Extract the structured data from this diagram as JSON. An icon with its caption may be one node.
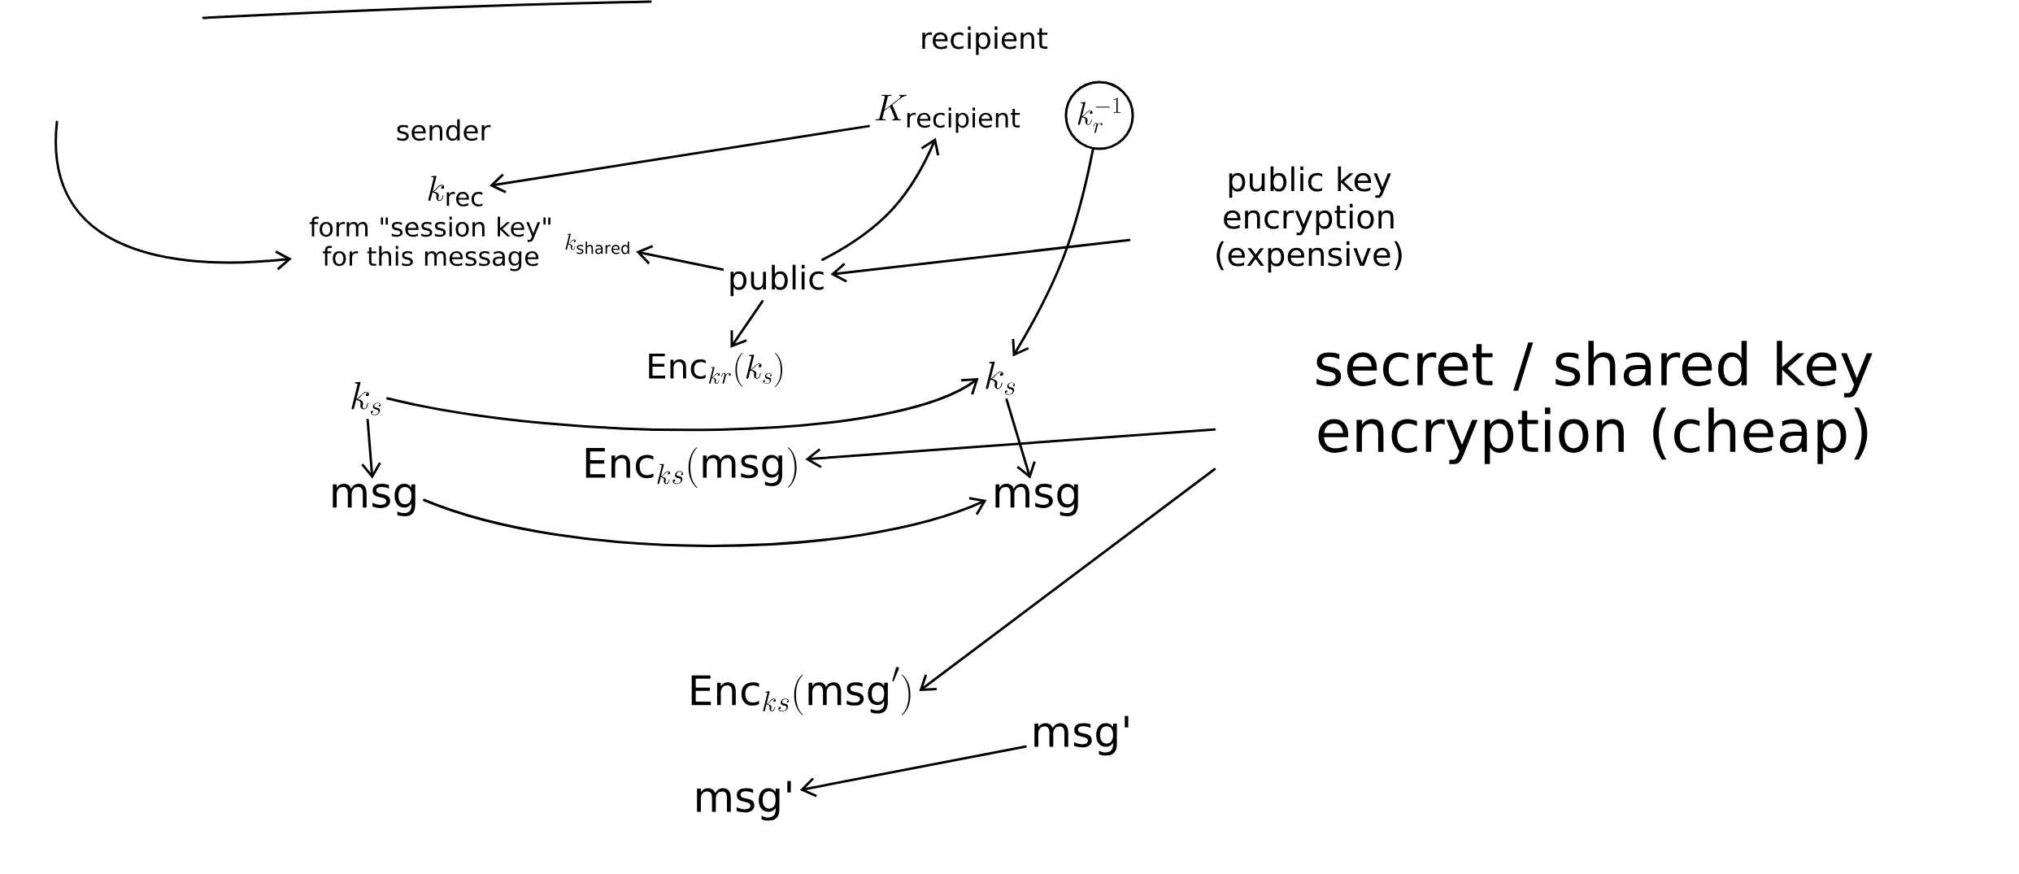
{
  "diagram": {
    "nodes": [
      {
        "text": [
          "sender"
        ]
      },
      {
        "text": [
          "k_{\\mathrm{rec}}"
        ]
      },
      {
        "text": [
          "form \"session key\" for this message"
        ]
      },
      {
        "text": [
          "k_{\\mathrm{shared}}"
        ]
      },
      {
        "text": [
          "public"
        ]
      },
      {
        "text": [
          "recipient"
        ]
      },
      {
        "text": [
          "K_{\\mathrm{recipient}}"
        ]
      },
      {
        "text": [
          "k^{-1}_{r}"
        ]
      },
      {
        "text": [
          "public key encryption (expensive)"
        ]
      },
      {
        "text": [
          "\\mathrm{Enc}_{kr}(k_{s})"
        ]
      },
      {
        "text": [
          "k_{s}"
        ]
      },
      {
        "text": [
          "k_{s}"
        ]
      },
      {
        "text": [
          "msg"
        ]
      },
      {
        "text": [
          "\\mathrm{Enc}_{ks}(\\mathrm{msg})"
        ]
      },
      {
        "text": [
          "msg"
        ]
      },
      {
        "text": [
          "secret / shared key encryption (cheap)"
        ]
      },
      {
        "text": [
          "\\mathrm{Enc}_{ks}(\\mathrm{msg}')"
        ]
      },
      {
        "text": [
          "msg'"
        ]
      },
      {
        "text": [
          "msg'"
        ]
      }
    ],
    "edges": [
      {
        "from": null,
        "to": 2,
        "arrow": "to"
      },
      {
        "from": 6,
        "to": 1,
        "arrow": "to"
      },
      {
        "from": 4,
        "to": 3,
        "arrow": "to"
      },
      {
        "from": 4,
        "to": 6,
        "arrow": "to"
      },
      {
        "from": 4,
        "to": 9,
        "arrow": "to"
      },
      {
        "from": 7,
        "to": 11,
        "arrow": "to"
      },
      {
        "from": 8,
        "to": 4,
        "arrow": "to"
      },
      {
        "from": 10,
        "to": 11,
        "arrow": "to"
      },
      {
        "from": 11,
        "to": 14,
        "arrow": "to"
      },
      {
        "from": 10,
        "to": 12,
        "arrow": "to"
      },
      {
        "from": 15,
        "to": 13,
        "arrow": "to"
      },
      {
        "from": 12,
        "to": 14,
        "arrow": "to"
      },
      {
        "from": 15,
        "to": 16,
        "arrow": "to"
      },
      {
        "from": 17,
        "to": 18,
        "arrow": "to"
      }
    ]
  }
}
